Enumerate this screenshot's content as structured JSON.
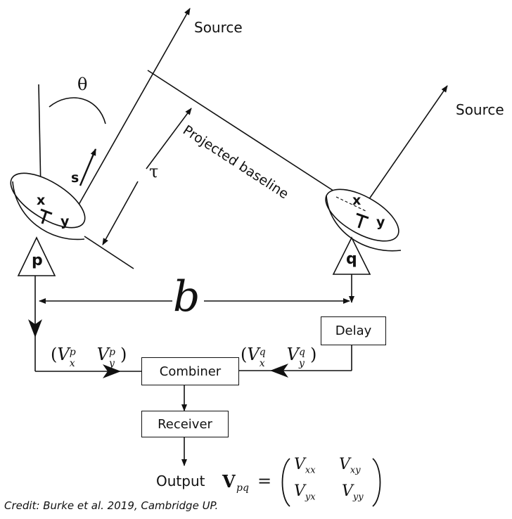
{
  "labels": {
    "source_left": "Source",
    "source_right": "Source",
    "theta": "θ",
    "projected_baseline": "Projected baseline",
    "tau": "τ",
    "s": "s",
    "x_left": "x",
    "y_left": "y",
    "x_right": "x",
    "y_right": "y",
    "p": "p",
    "q": "q",
    "b": "b",
    "output": "Output",
    "credit": "Credit: Burke et al. 2019, Cambridge UP."
  },
  "boxes": {
    "delay": "Delay",
    "combiner": "Combiner",
    "receiver": "Receiver"
  },
  "math": {
    "vp": {
      "open": "(",
      "vx": "V",
      "vx_sub": "x",
      "vx_sup": "p",
      "vy": "V",
      "vy_sub": "y",
      "vy_sup": "p",
      "close": ")"
    },
    "vq": {
      "open": "(",
      "vx": "V",
      "vx_sub": "x",
      "vx_sup": "q",
      "vy": "V",
      "vy_sub": "y",
      "vy_sup": "q",
      "close": ")"
    },
    "output_eq": {
      "lhs": "V",
      "lhs_sub": "pq",
      "eq": "=",
      "m11": "V",
      "m11_sub": "xx",
      "m12": "V",
      "m12_sub": "xy",
      "m21": "V",
      "m21_sub": "yx",
      "m22": "V",
      "m22_sub": "yy"
    }
  }
}
